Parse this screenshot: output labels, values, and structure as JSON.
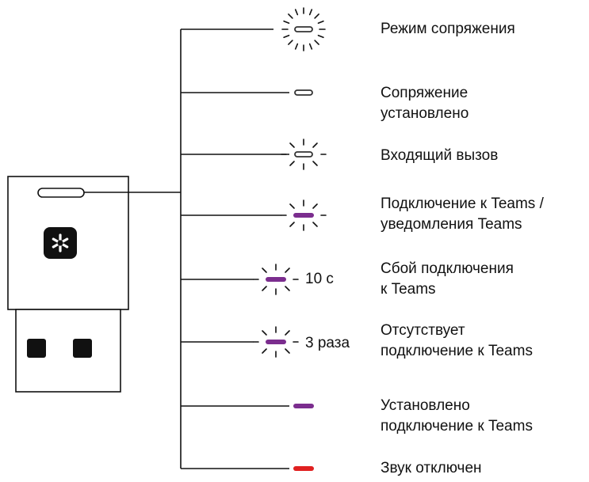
{
  "colors": {
    "line": "#111111",
    "led_white": "#9a9a9a",
    "led_purple": "#7b2d8e",
    "led_red": "#e02020",
    "logo_bg": "#111111"
  },
  "device": {
    "logo_icon": "teams-button-icon"
  },
  "states": [
    {
      "id": "pairing-mode",
      "lines": [
        "Режим сопряжения"
      ],
      "led": "white",
      "effect": "pulse",
      "note": ""
    },
    {
      "id": "paired",
      "lines": [
        "Сопряжение",
        "установлено"
      ],
      "led": "white",
      "effect": "solid",
      "note": ""
    },
    {
      "id": "incoming-call",
      "lines": [
        "Входящий вызов"
      ],
      "led": "white",
      "effect": "blink",
      "note": ""
    },
    {
      "id": "teams-connecting",
      "lines": [
        "Подключение к Teams /",
        "уведомления Teams"
      ],
      "led": "purple",
      "effect": "blink",
      "note": ""
    },
    {
      "id": "teams-connect-fail",
      "lines": [
        "Сбой подключения",
        "к Teams"
      ],
      "led": "purple",
      "effect": "blink",
      "note": "10 с"
    },
    {
      "id": "teams-no-connection",
      "lines": [
        "Отсутствует",
        "подключение к Teams"
      ],
      "led": "purple",
      "effect": "blink",
      "note": "3 раза"
    },
    {
      "id": "teams-connected",
      "lines": [
        "Установлено",
        "подключение к Teams"
      ],
      "led": "purple",
      "effect": "solid",
      "note": ""
    },
    {
      "id": "muted",
      "lines": [
        "Звук отключен"
      ],
      "led": "red",
      "effect": "solid",
      "note": ""
    }
  ]
}
